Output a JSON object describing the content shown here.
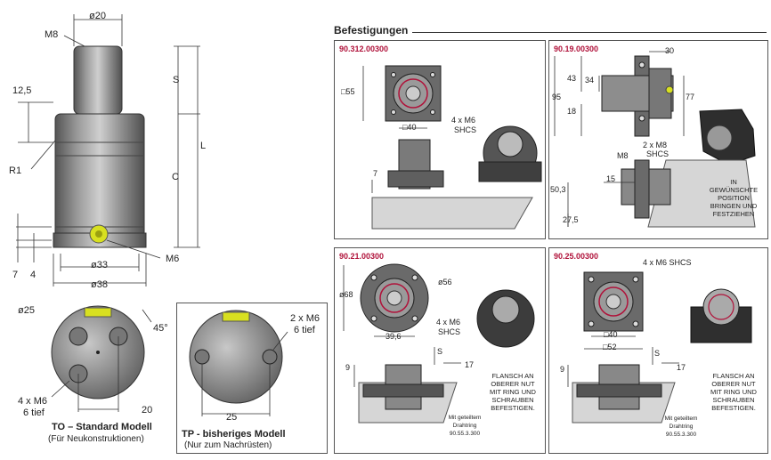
{
  "cylinder": {
    "dim_phi20": "ø20",
    "dim_m8": "M8",
    "dim_12_5": "12,5",
    "dim_s": "S",
    "dim_l": "L",
    "dim_c": "C",
    "dim_r1": "R1",
    "dim_m6": "M6",
    "dim_7": "7",
    "dim_4": "4",
    "dim_phi33": "ø33",
    "dim_phi38": "ø38"
  },
  "to_model": {
    "dim_phi25": "ø25",
    "dim_45": "45°",
    "dim_4xm6": "4 x M6",
    "dim_6tief": "6 tief",
    "dim_20": "20",
    "title": "TO – Standard Modell",
    "subtitle": "(Für Neukonstruktionen)"
  },
  "tp_model": {
    "dim_2xm6": "2 x M6",
    "dim_6tief": "6 tief",
    "dim_25": "25",
    "title": "TP - bisheriges Modell",
    "subtitle": "(Nur zum Nachrüsten)"
  },
  "befestigungen": {
    "heading": "Befestigungen",
    "panels": [
      {
        "code": "90.312.00300",
        "dim_55": "□55",
        "dim_40": "□40",
        "screws": "4 x M6",
        "shcs": "SHCS",
        "dim_7": "7"
      },
      {
        "code": "90.19.00300",
        "dim_30": "30",
        "dim_43": "43",
        "dim_34": "34",
        "dim_95": "95",
        "dim_77": "77",
        "dim_18": "18",
        "screws": "2 x M8",
        "shcs": "SHCS",
        "dim_m8": "M8",
        "dim_15": "15",
        "dim_50_3": "50,3",
        "dim_27_5": "27,5",
        "note": "IN\nGEWÜNSCHTE\nPOSITION\nBRINGEN UND\nFESTZIEHEN"
      },
      {
        "code": "90.21.00300",
        "dim_68": "ø68",
        "dim_56": "ø56",
        "screws": "4 x M6",
        "shcs": "SHCS",
        "dim_39_6": "39,6",
        "dim_9": "9",
        "dim_s": "S",
        "dim_17": "17",
        "note": "FLANSCH AN\nOBERER NUT\nMIT RING UND\nSCHRAUBEN\nBEFESTIGEN.",
        "ring": "Mit geteiltem\nDrahtring\n90.55.3.300"
      },
      {
        "code": "90.25.00300",
        "screws": "4 x M6 SHCS",
        "dim_40": "□40",
        "dim_52": "□52",
        "dim_9": "9",
        "dim_s": "S",
        "dim_17": "17",
        "note": "FLANSCH AN\nOBERER NUT\nMIT RING UND\nSCHRAUBEN\nBEFESTIGEN.",
        "ring": "Mit geteiltem\nDrahtring\n90.55.3.300"
      }
    ]
  },
  "colors": {
    "accent": "#b0123a",
    "metal": "#8a8a8a",
    "metal_dark": "#4a4a4a",
    "valve": "#d8e020"
  }
}
